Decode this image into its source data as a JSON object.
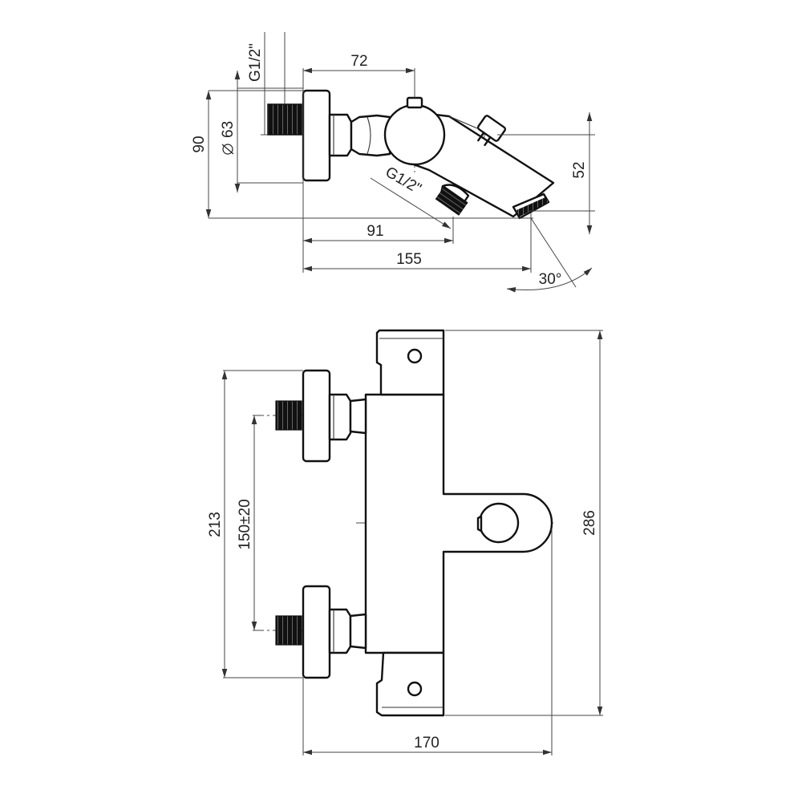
{
  "colors": {
    "line": "#111111",
    "dimension": "#444444",
    "background": "#ffffff"
  },
  "side_view": {
    "dim_72": "72",
    "dim_91": "91",
    "dim_155": "155",
    "dim_90": "90",
    "dim_diam_63": "63",
    "dim_52": "52",
    "angle_30": "30°",
    "thread_top": "G1/2\"",
    "thread_bottom": "G1/2\""
  },
  "front_view": {
    "dim_213": "213",
    "dim_150": "150±20",
    "dim_286": "286",
    "dim_170": "170"
  }
}
